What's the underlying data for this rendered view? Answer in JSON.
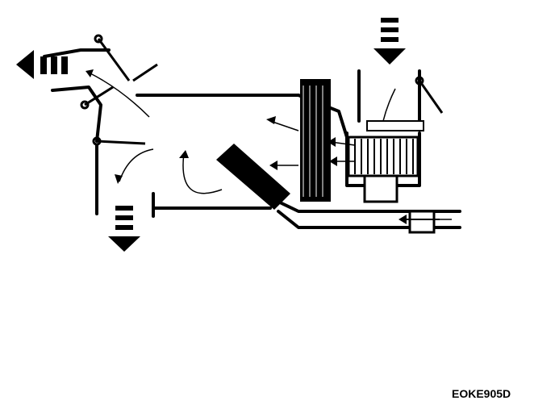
{
  "figure": {
    "reference_code": "EOKE905D"
  },
  "colors": {
    "ink": "#000000",
    "paper": "#ffffff"
  },
  "components": [
    {
      "id": "defrost-outlet",
      "icon": "arrow-up-left-icon"
    },
    {
      "id": "floor-outlet",
      "icon": "arrow-down-icon"
    },
    {
      "id": "fresh-air-intake",
      "icon": "arrow-down-icon"
    },
    {
      "id": "evaporator-core",
      "icon": "evaporator-icon"
    },
    {
      "id": "heater-core",
      "icon": "heater-core-icon"
    },
    {
      "id": "blower-fan",
      "icon": "blower-icon"
    },
    {
      "id": "water-valve",
      "icon": "valve-icon"
    }
  ]
}
